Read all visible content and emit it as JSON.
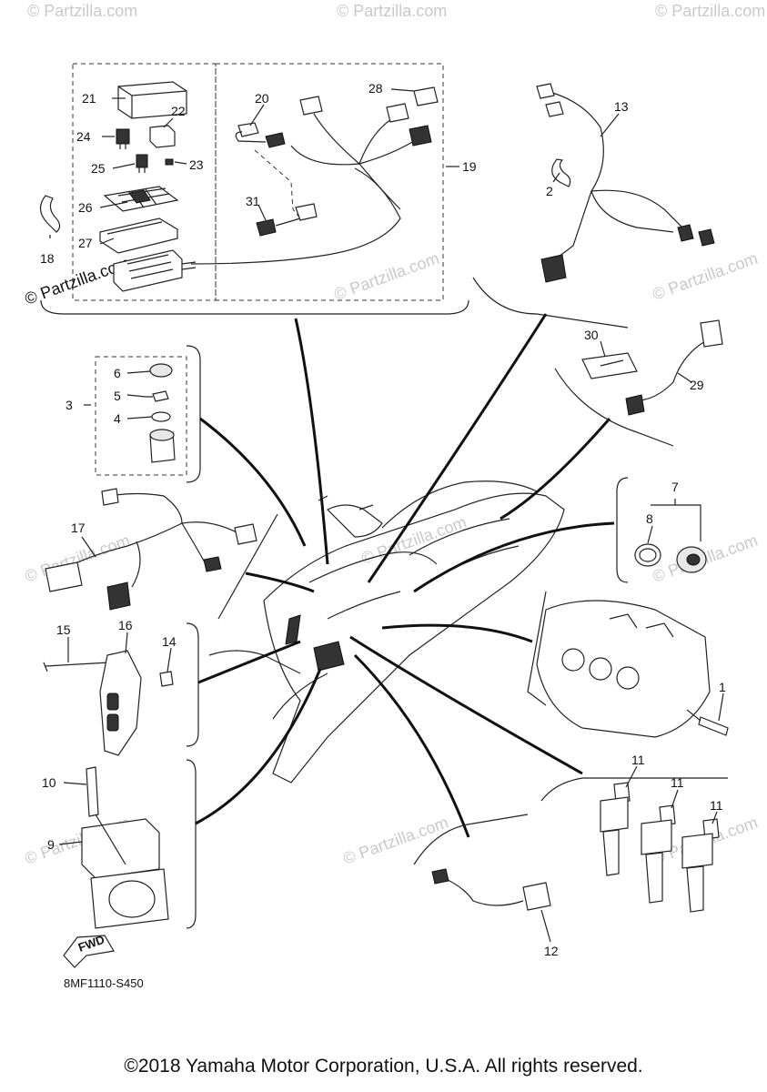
{
  "watermark": {
    "text": "© Partzilla.com",
    "brand": "© Partzilla.com"
  },
  "diagram_code": "8MF1110-S450",
  "fwd_label": "FWD",
  "copyright": "©2018 Yamaha Motor Corporation, U.S.A. All rights reserved.",
  "callouts": {
    "n1": "1",
    "n2": "2",
    "n3": "3",
    "n4": "4",
    "n5": "5",
    "n6": "6",
    "n7": "7",
    "n8": "8",
    "n9": "9",
    "n10": "10",
    "n11a": "11",
    "n11b": "11",
    "n11c": "11",
    "n12": "12",
    "n13": "13",
    "n14": "14",
    "n15": "15",
    "n16": "16",
    "n17": "17",
    "n18": "18",
    "n19": "19",
    "n20": "20",
    "n21": "21",
    "n22": "22",
    "n23": "23",
    "n24": "24",
    "n25": "25",
    "n26": "26",
    "n27": "27",
    "n28": "28",
    "n29": "29",
    "n30": "30",
    "n31": "31"
  }
}
